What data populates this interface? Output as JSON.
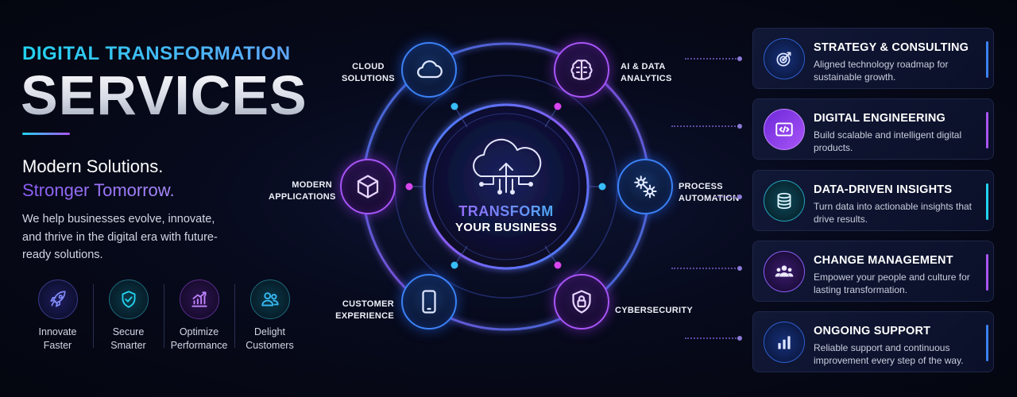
{
  "header": {
    "kicker": "DIGITAL TRANSFORMATION",
    "headline": "SERVICES",
    "tagline_1": "Modern Solutions.",
    "tagline_2": "Stronger Tomorrow.",
    "description": "We help businesses evolve, innovate, and thrive in the digital era with future-ready solutions."
  },
  "features": [
    {
      "label": "Innovate\nFaster",
      "icon": "rocket-icon"
    },
    {
      "label": "Secure\nSmarter",
      "icon": "shield-check-icon"
    },
    {
      "label": "Optimize\nPerformance",
      "icon": "growth-chart-icon"
    },
    {
      "label": "Delight\nCustomers",
      "icon": "users-icon"
    }
  ],
  "hub": {
    "title": "TRANSFORM",
    "subtitle": "YOUR BUSINESS",
    "icon": "cloud-upload-icon"
  },
  "nodes": [
    {
      "label": "CLOUD\nSOLUTIONS",
      "icon": "cloud-icon"
    },
    {
      "label": "AI & DATA\nANALYTICS",
      "icon": "brain-icon"
    },
    {
      "label": "MODERN\nAPPLICATIONS",
      "icon": "cube-icon"
    },
    {
      "label": "PROCESS\nAUTOMATION",
      "icon": "gears-icon"
    },
    {
      "label": "CUSTOMER\nEXPERIENCE",
      "icon": "smartphone-icon"
    },
    {
      "label": "CYBERSECURITY",
      "icon": "lock-shield-icon"
    }
  ],
  "services": [
    {
      "title": "STRATEGY & CONSULTING",
      "description": "Aligned technology roadmap for sustainable growth.",
      "icon": "target-icon",
      "accent": "#3b82f6"
    },
    {
      "title": "DIGITAL ENGINEERING",
      "description": "Build scalable and intelligent digital products.",
      "icon": "code-icon",
      "accent": "#a855f7"
    },
    {
      "title": "DATA-DRIVEN INSIGHTS",
      "description": "Turn data into actionable insights that drive results.",
      "icon": "database-icon",
      "accent": "#22d3ee"
    },
    {
      "title": "CHANGE MANAGEMENT",
      "description": "Empower your people and culture for lasting transformation.",
      "icon": "team-icon",
      "accent": "#a855f7"
    },
    {
      "title": "ONGOING SUPPORT",
      "description": "Reliable support and continuous improvement every step of the way.",
      "icon": "bar-chart-icon",
      "accent": "#3b82f6"
    }
  ],
  "colors": {
    "background": "#04060f",
    "cyan": "#22d3ee",
    "blue": "#3b82f6",
    "purple": "#a855f7"
  }
}
